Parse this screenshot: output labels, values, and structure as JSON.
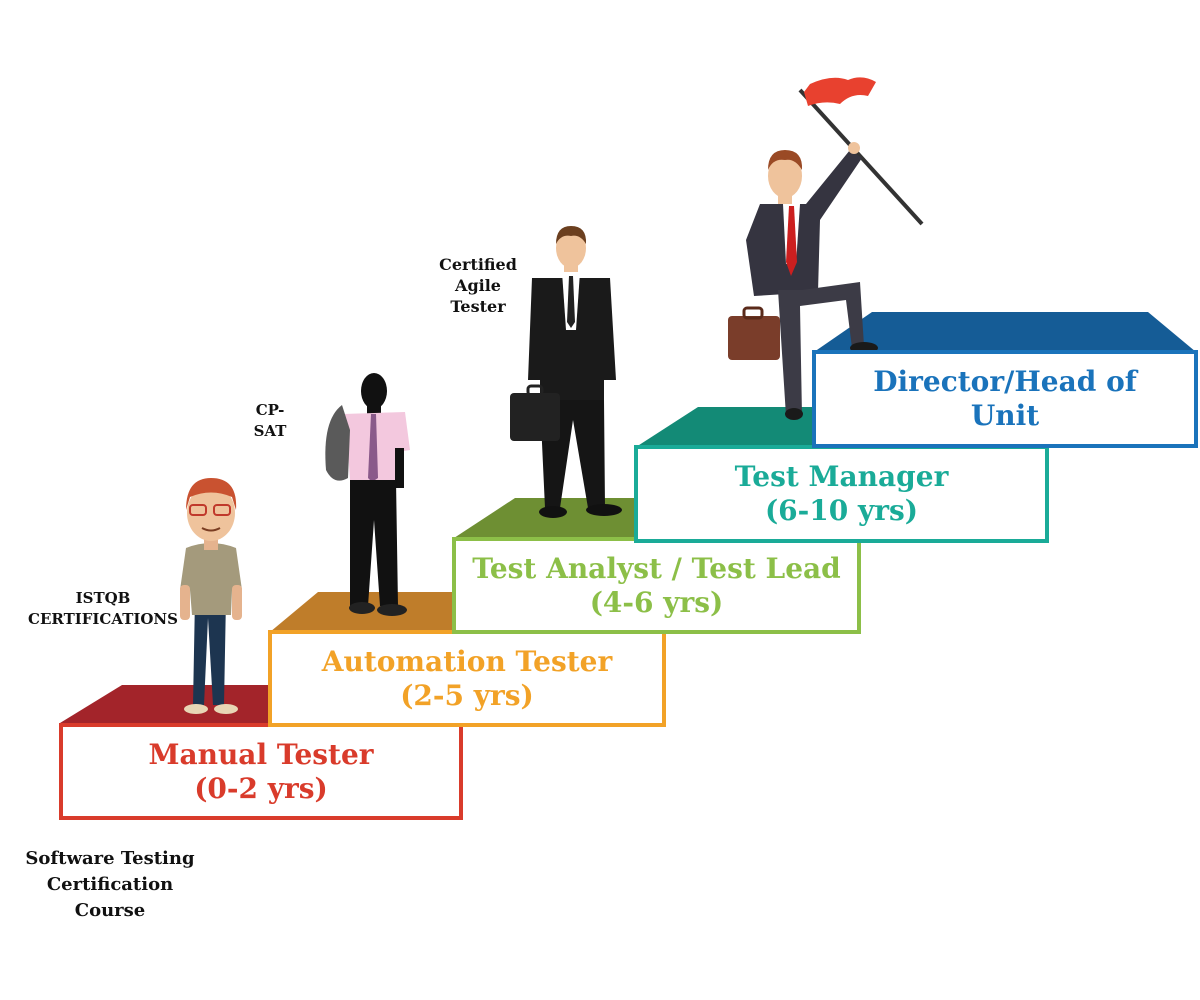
{
  "steps": [
    {
      "title": "Manual Tester",
      "years": "(0-2 yrs)",
      "color": "#d93b2b",
      "top_color": "#a3242a"
    },
    {
      "title": "Automation Tester",
      "years": "(2-5 yrs)",
      "color": "#f2a227",
      "top_color": "#bf7d2a"
    },
    {
      "title": "Test Analyst / Test Lead",
      "years": "(4-6 yrs)",
      "color": "#8cbf48",
      "top_color": "#6e8f33"
    },
    {
      "title": "Test Manager",
      "years": "(6-10 yrs)",
      "color": "#1aab98",
      "top_color": "#138a76"
    },
    {
      "title": "Director/Head of",
      "years": "Unit",
      "color": "#1a73bb",
      "top_color": "#155c96"
    }
  ],
  "certifications": {
    "course": [
      "Software Testing",
      "Certification Course"
    ],
    "istqb": [
      "ISTQB",
      "CERTIFICATIONS"
    ],
    "cpsat": [
      "CP-SAT"
    ],
    "agile": [
      "Certified",
      "Agile",
      "Tester"
    ]
  },
  "figures": [
    "manual-tester-figure",
    "automation-tester-figure",
    "test-analyst-figure",
    "director-figure"
  ],
  "flag_color": "#e8412f"
}
